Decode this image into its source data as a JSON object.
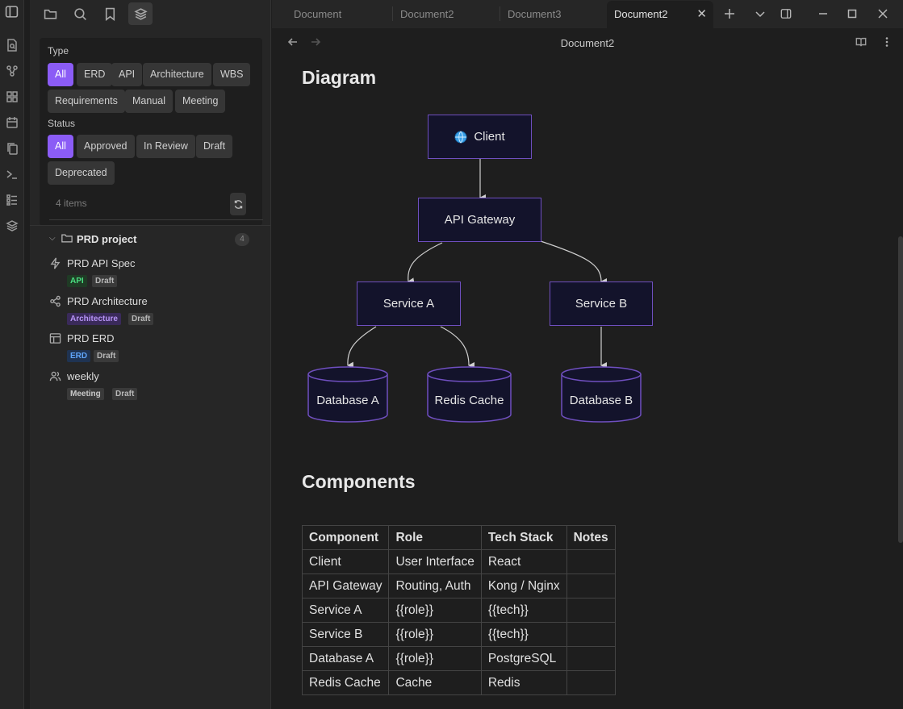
{
  "sidebar": {
    "filters": {
      "type_label": "Type",
      "type_options": [
        "All",
        "ERD",
        "API",
        "Architecture",
        "WBS",
        "Requirements",
        "Manual",
        "Meeting"
      ],
      "status_label": "Status",
      "status_options": [
        "All",
        "Approved",
        "In Review",
        "Draft",
        "Deprecated"
      ],
      "count_text": "4 items"
    },
    "folder": {
      "name": "PRD project",
      "count": "4"
    },
    "docs": [
      {
        "name": "PRD API Spec",
        "icon": "lightning-icon",
        "type_tag": "API",
        "status_tag": "Draft"
      },
      {
        "name": "PRD Architecture",
        "icon": "share-nodes-icon",
        "type_tag": "Architecture",
        "status_tag": "Draft"
      },
      {
        "name": "PRD ERD",
        "icon": "table-icon",
        "type_tag": "ERD",
        "status_tag": "Draft"
      },
      {
        "name": "weekly",
        "icon": "users-icon",
        "type_tag": "Meeting",
        "status_tag": "Draft"
      }
    ]
  },
  "tabs": [
    "Document",
    "Document2",
    "Document3",
    "Document2"
  ],
  "view": {
    "title": "Document2"
  },
  "content": {
    "diagram_heading": "Diagram",
    "diagram": {
      "client": "Client",
      "gateway": "API Gateway",
      "service_a": "Service A",
      "service_b": "Service B",
      "db_a": "Database A",
      "redis": "Redis Cache",
      "db_b": "Database B"
    },
    "components_heading": "Components",
    "table": {
      "headers": [
        "Component",
        "Role",
        "Tech Stack",
        "Notes"
      ],
      "rows": [
        [
          "Client",
          "User Interface",
          "React",
          ""
        ],
        [
          "API Gateway",
          "Routing, Auth",
          "Kong / Nginx",
          ""
        ],
        [
          "Service A",
          "{{role}}",
          "{{tech}}",
          ""
        ],
        [
          "Service B",
          "{{role}}",
          "{{tech}}",
          ""
        ],
        [
          "Database A",
          "{{role}}",
          "PostgreSQL",
          ""
        ],
        [
          "Redis Cache",
          "Cache",
          "Redis",
          ""
        ]
      ]
    }
  },
  "colors": {
    "accent": "#8b5cf6",
    "node_border": "#6f4fbf",
    "node_fill": "#13132b"
  }
}
